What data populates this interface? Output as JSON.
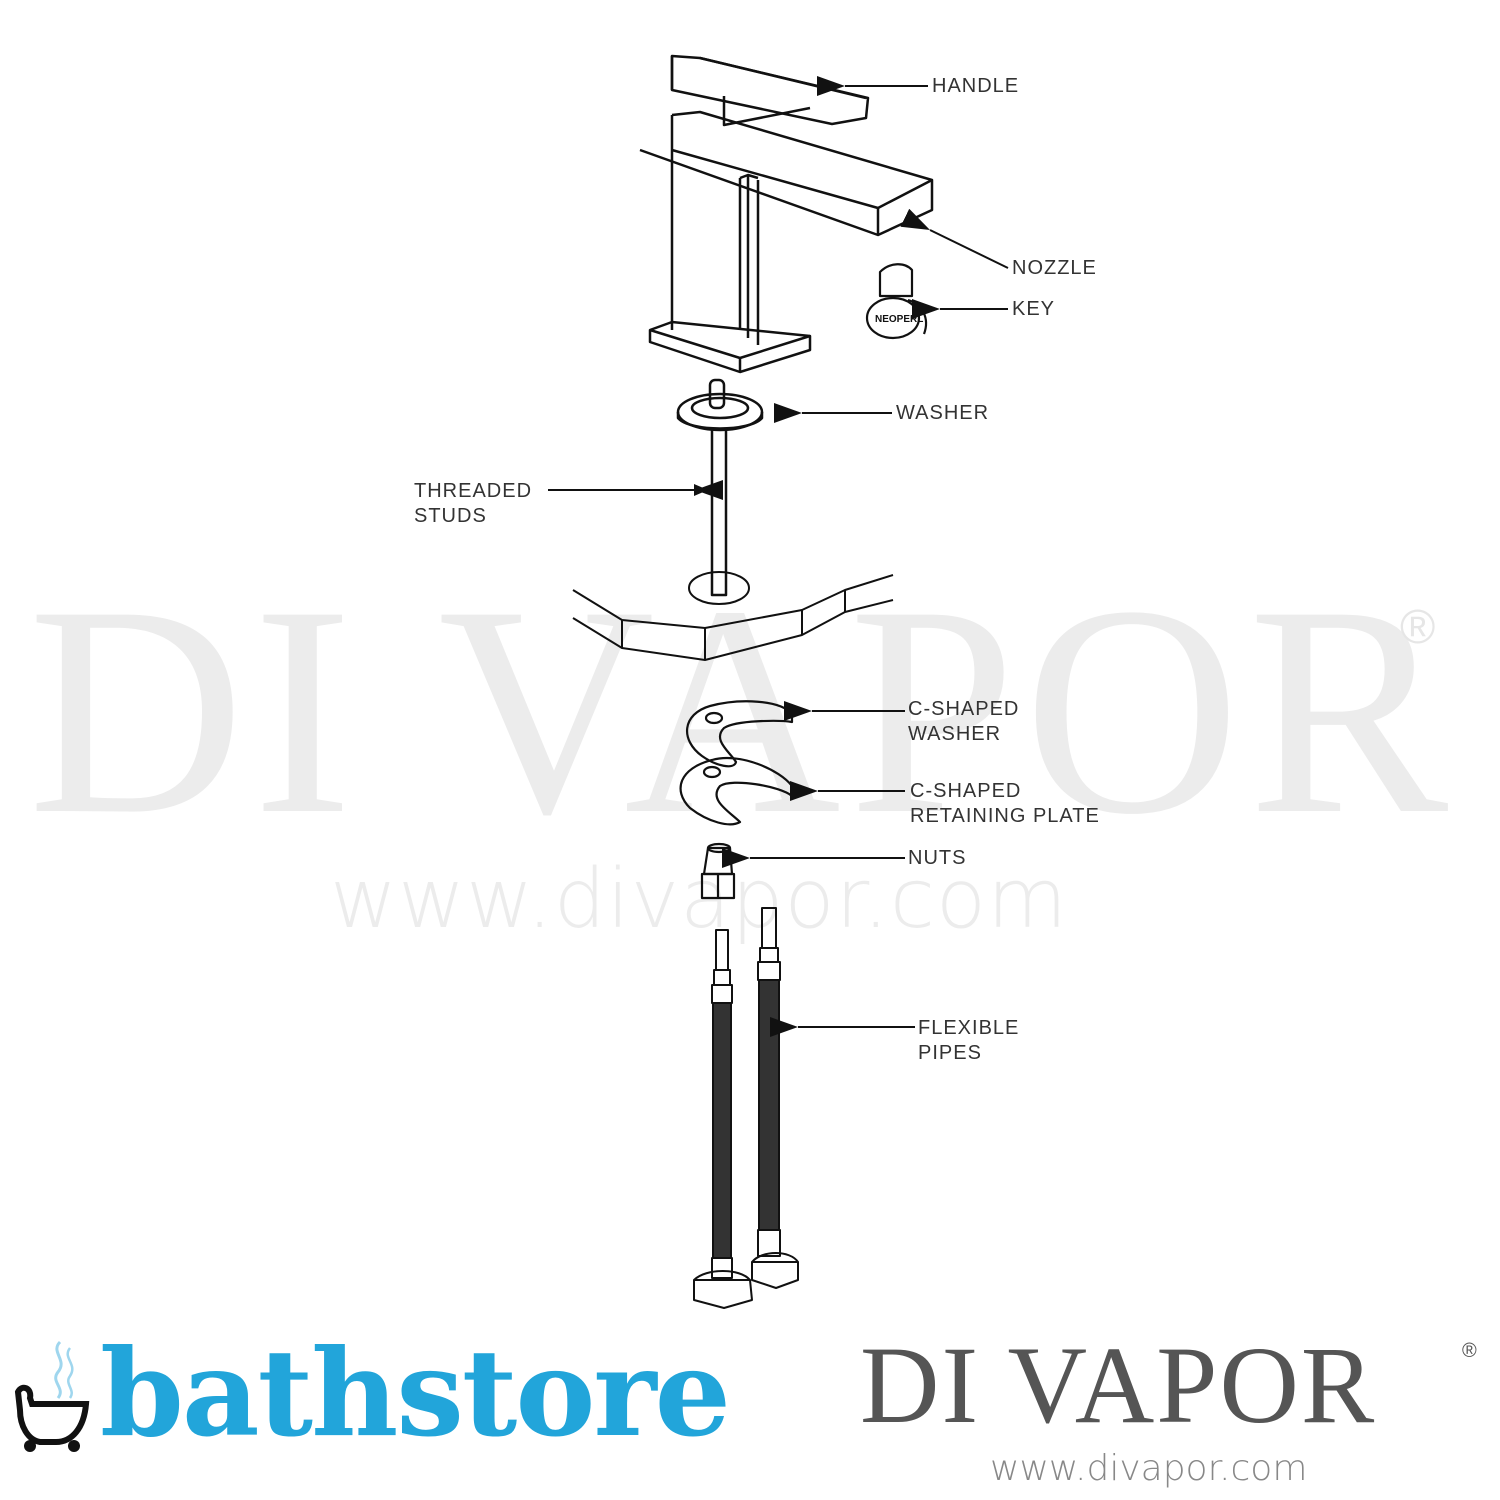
{
  "watermark": {
    "brand": "DI VAPOR",
    "registered": "®",
    "url": "www.divapor.com"
  },
  "diagram": {
    "labels": [
      {
        "id": "handle",
        "lines": [
          "HANDLE"
        ]
      },
      {
        "id": "nozzle",
        "lines": [
          "NOZZLE"
        ]
      },
      {
        "id": "key",
        "lines": [
          "KEY"
        ]
      },
      {
        "id": "washer",
        "lines": [
          "WASHER"
        ]
      },
      {
        "id": "threaded-studs",
        "lines": [
          "THREADED",
          "STUDS"
        ]
      },
      {
        "id": "c-shaped-washer",
        "lines": [
          "C-SHAPED",
          "WASHER"
        ]
      },
      {
        "id": "c-shaped-retaining-plate",
        "lines": [
          "C-SHAPED",
          "RETAINING PLATE"
        ]
      },
      {
        "id": "nuts",
        "lines": [
          "NUTS"
        ]
      },
      {
        "id": "flexible-pipes",
        "lines": [
          "FLEXIBLE",
          "PIPES"
        ]
      }
    ]
  },
  "footer": {
    "bathstore_logo": "bathstore",
    "bathstore_color": "#22a5da",
    "divapor_logo": "DI VAPOR",
    "divapor_registered": "®",
    "divapor_url": "www.divapor.com"
  }
}
